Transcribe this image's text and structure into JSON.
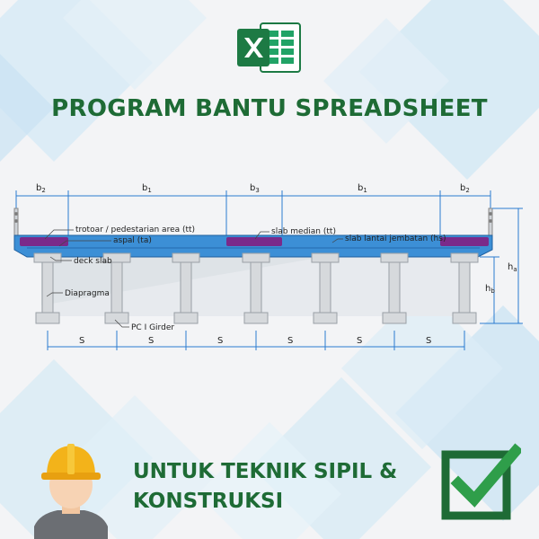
{
  "header": {
    "title": "PROGRAM BANTU SPREADSHEET"
  },
  "footer": {
    "line1": "UNTUK TEKNIK SIPIL &",
    "line2": "KONSTRUKSI"
  },
  "icons": {
    "logo": "excel-icon",
    "worker": "construction-worker-icon",
    "check": "checkbox-icon"
  },
  "colors": {
    "accent_green": "#1e6b35",
    "excel_green": "#1d7a44",
    "sidewalk_purple": "#7a2a8a",
    "slab_blue": "#3c8fd6",
    "dimension_blue": "#2b7bd0",
    "background_diamond": "#cfe6f4"
  },
  "diagram": {
    "dimensions_top": [
      "b2",
      "b1",
      "b3",
      "b1",
      "b2"
    ],
    "dimensions_bottom": [
      "S",
      "S",
      "S",
      "S",
      "S",
      "S"
    ],
    "height_labels": [
      "hb",
      "ha"
    ],
    "labels": {
      "trotoar": "trotoar / pedestarian area (tt)",
      "aspal": "aspal (ta)",
      "slab_median": "slab median (tt)",
      "slab_lantai": "slab lantai jembatan (hs)",
      "deck_slab": "deck slab",
      "diapragma": "Diapragma",
      "pc_girder": "PC I Girder"
    }
  }
}
